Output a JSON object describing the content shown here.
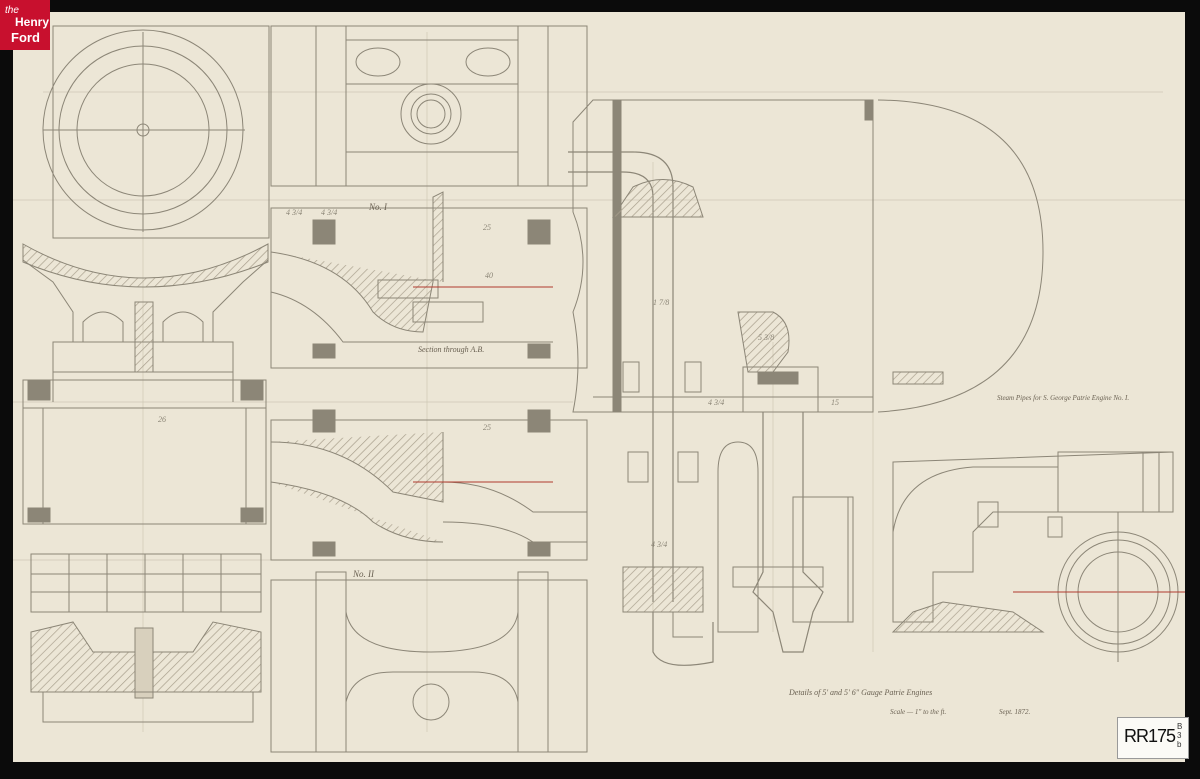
{
  "logo": {
    "line1": "the",
    "line2": "Henry",
    "line3": "Ford"
  },
  "labels": {
    "view_one": "No. I",
    "view_two": "No. II",
    "section": "Section through A.B.",
    "steam_pipes": "Steam Pipes for S. George Patrie Engine No. I.",
    "details_title": "Details of 5' and 5' 6\" Gauge Patrie Engines",
    "scale": "Scale — 1\" to the ft.",
    "date": "Sept. 1872."
  },
  "dimensions": {
    "d1": "4 3/4",
    "d2": "4 3/4",
    "d3": "25",
    "d4": "40",
    "d5": "26",
    "d6": "1 7/8",
    "d7": "5 3/8",
    "d8": "4 3/4",
    "d9": "15",
    "d10": "4 3/4",
    "d11": "25"
  },
  "accession": {
    "main": "RR175",
    "side": "B3b"
  },
  "colors": {
    "paper": "#ece6d6",
    "ink": "#8c8677",
    "hatch": "#b5ad9b",
    "red_line": "#b03a2e",
    "frame": "#0b0b0b",
    "logo": "#c8102e"
  }
}
